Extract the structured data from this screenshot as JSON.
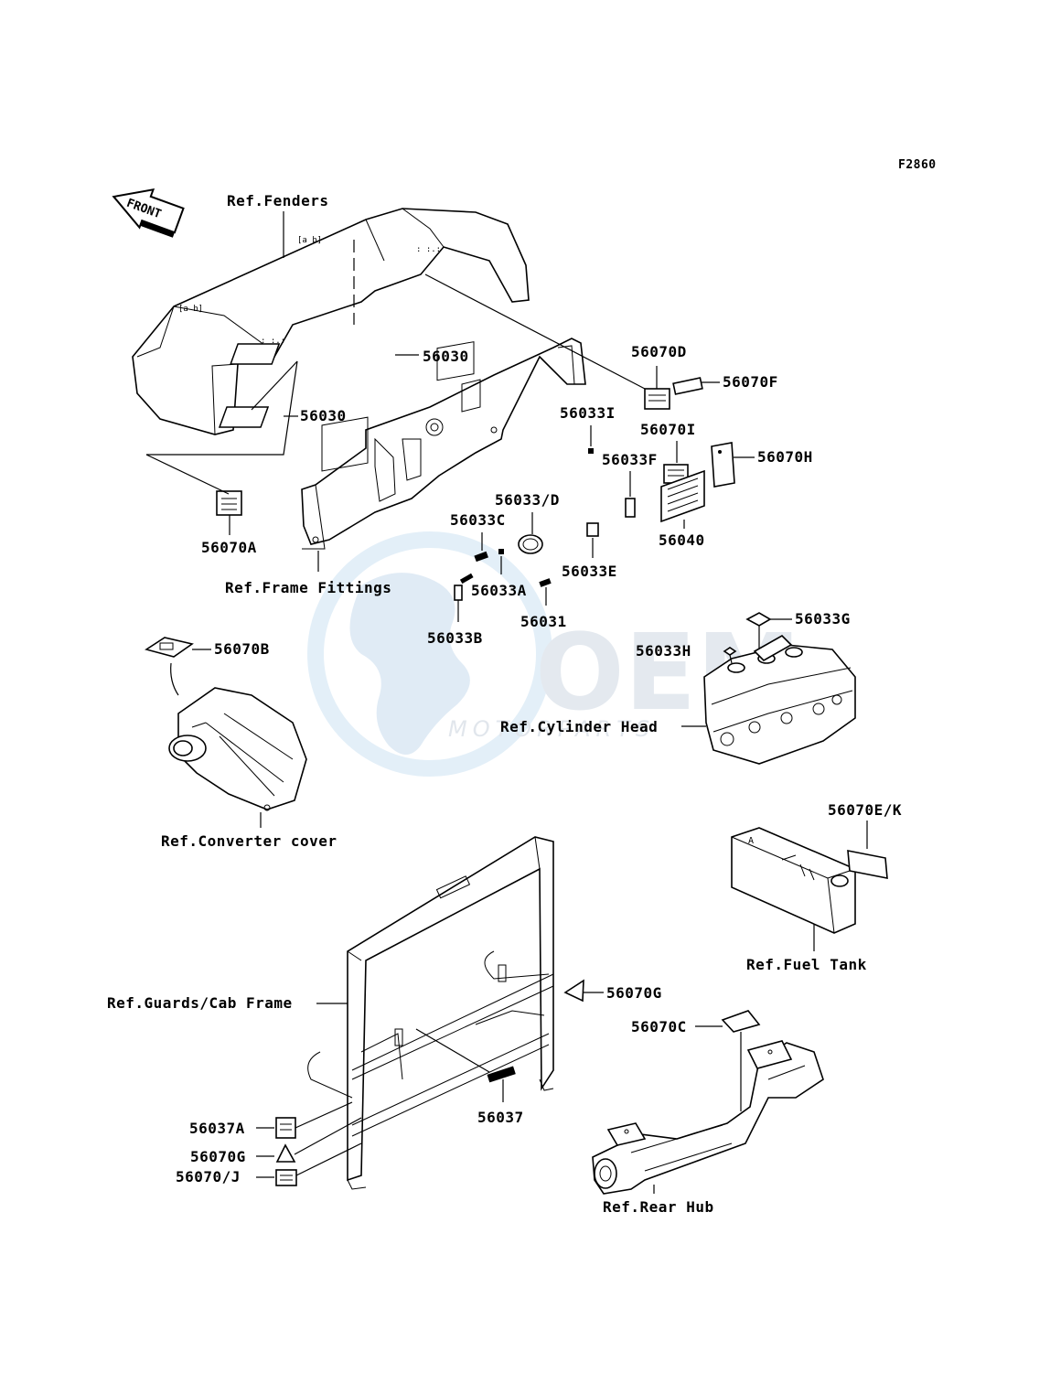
{
  "figure_id": "F2860",
  "front_arrow": "FRONT",
  "watermark": {
    "brand": "OEM",
    "sub": "MOTORPARTS"
  },
  "refs": {
    "fenders": "Ref.Fenders",
    "frame_fittings": "Ref.Frame Fittings",
    "cylinder_head": "Ref.Cylinder Head",
    "converter_cover": "Ref.Converter cover",
    "fuel_tank": "Ref.Fuel Tank",
    "guards_cab_frame": "Ref.Guards/Cab Frame",
    "rear_hub": "Ref.Rear Hub"
  },
  "parts": {
    "p56030_a": "56030",
    "p56030_b": "56030",
    "p56070D": "56070D",
    "p56070F": "56070F",
    "p56033I": "56033I",
    "p56070I": "56070I",
    "p56070H": "56070H",
    "p56033F": "56033F",
    "p56033D": "56033/D",
    "p56033C": "56033C",
    "p56040": "56040",
    "p56070A": "56070A",
    "p56033E": "56033E",
    "p56033A": "56033A",
    "p56031": "56031",
    "p56033B": "56033B",
    "p56070B": "56070B",
    "p56033G": "56033G",
    "p56033H": "56033H",
    "p56070EK": "56070E/K",
    "p56070G_a": "56070G",
    "p56070C": "56070C",
    "p56037": "56037",
    "p56037A": "56037A",
    "p56070G_b": "56070G",
    "p56070J": "56070/J"
  }
}
